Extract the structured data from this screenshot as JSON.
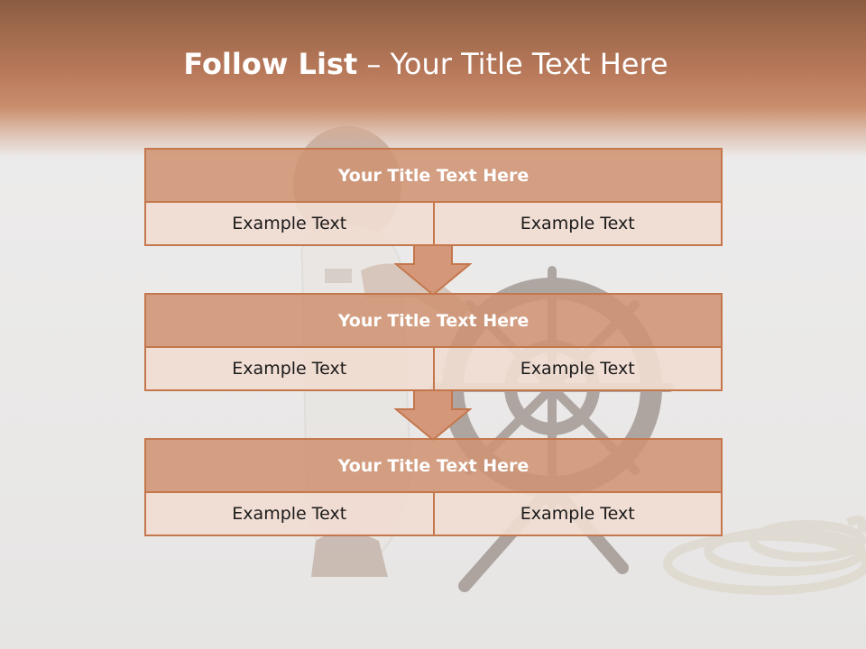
{
  "slide": {
    "title_bold": "Follow List",
    "title_separator": " – ",
    "title_rest": "Your Title Text Here"
  },
  "blocks": [
    {
      "title": "Your Title Text Here",
      "left": "Example Text",
      "right": "Example Text"
    },
    {
      "title": "Your Title Text Here",
      "left": "Example Text",
      "right": "Example Text"
    },
    {
      "title": "Your Title Text Here",
      "left": "Example Text",
      "right": "Example Text"
    }
  ],
  "colors": {
    "header_dark": "#8b5c41",
    "header_accent": "#c98e6d",
    "block_border": "#c4774c",
    "block_title_fill": "#cf9373",
    "block_row_fill": "#f0dbd1",
    "arrow_fill": "#d4977a"
  }
}
